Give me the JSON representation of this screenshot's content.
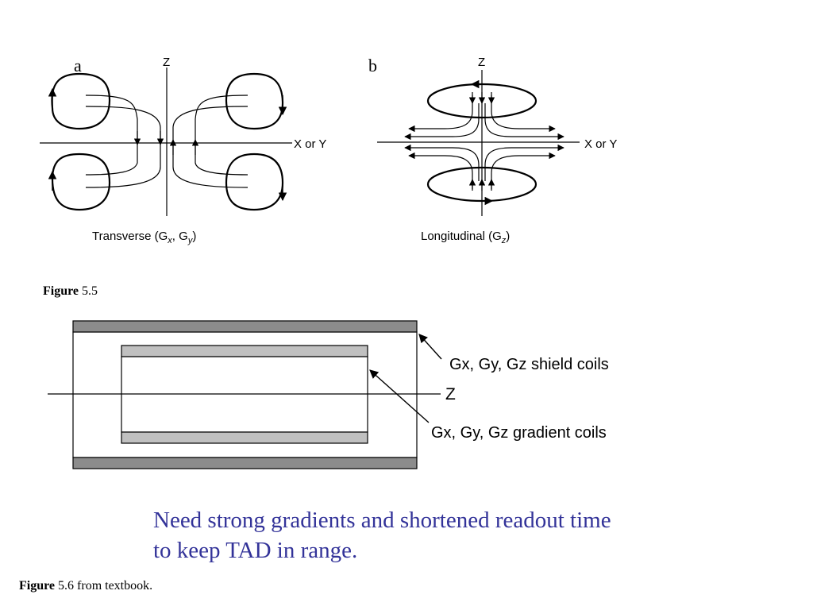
{
  "figure_a": {
    "panel_label": "a",
    "axis_vertical": "Z",
    "axis_horizontal": "X or Y",
    "caption_prefix": "Transverse (G",
    "caption_sub1": "x",
    "caption_mid": ", G",
    "caption_sub2": "y",
    "caption_suffix": ")"
  },
  "figure_b": {
    "panel_label": "b",
    "axis_vertical": "Z",
    "axis_horizontal": "X or Y",
    "caption_prefix": "Longitudinal (G",
    "caption_sub": "z",
    "caption_suffix": ")"
  },
  "figure_5_5": {
    "label_bold": "Figure",
    "label_rest": " 5.5"
  },
  "coil_diagram": {
    "shield_label": "Gx, Gy, Gz shield coils",
    "gradient_label": "Gx, Gy, Gz gradient coils",
    "axis_label": "Z",
    "colors": {
      "shield": "#8c8c8c",
      "gradient": "#c0c0c0"
    }
  },
  "message": {
    "line1": "Need strong gradients and shortened readout time",
    "line2": "to keep TAD in range.",
    "color": "#333399"
  },
  "figure_5_6": {
    "label_bold": "Figure",
    "label_rest": " 5.6 from textbook."
  }
}
